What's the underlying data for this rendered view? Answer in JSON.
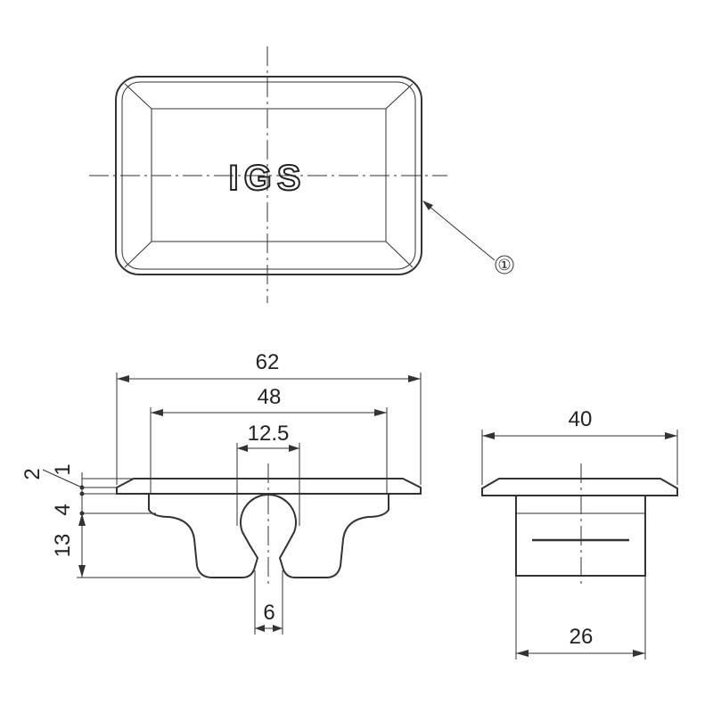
{
  "top_view": {
    "logo_text": "IGS",
    "callout": "①"
  },
  "front_view": {
    "dim_overall_width": "62",
    "dim_inner_width": "48",
    "dim_slot_width": "12.5",
    "dim_bottom_gap": "6",
    "dim_flange": "2",
    "dim_lip": "1",
    "dim_step": "4",
    "dim_leg_height": "13"
  },
  "side_view": {
    "dim_flange_width": "40",
    "dim_body_width": "26"
  }
}
